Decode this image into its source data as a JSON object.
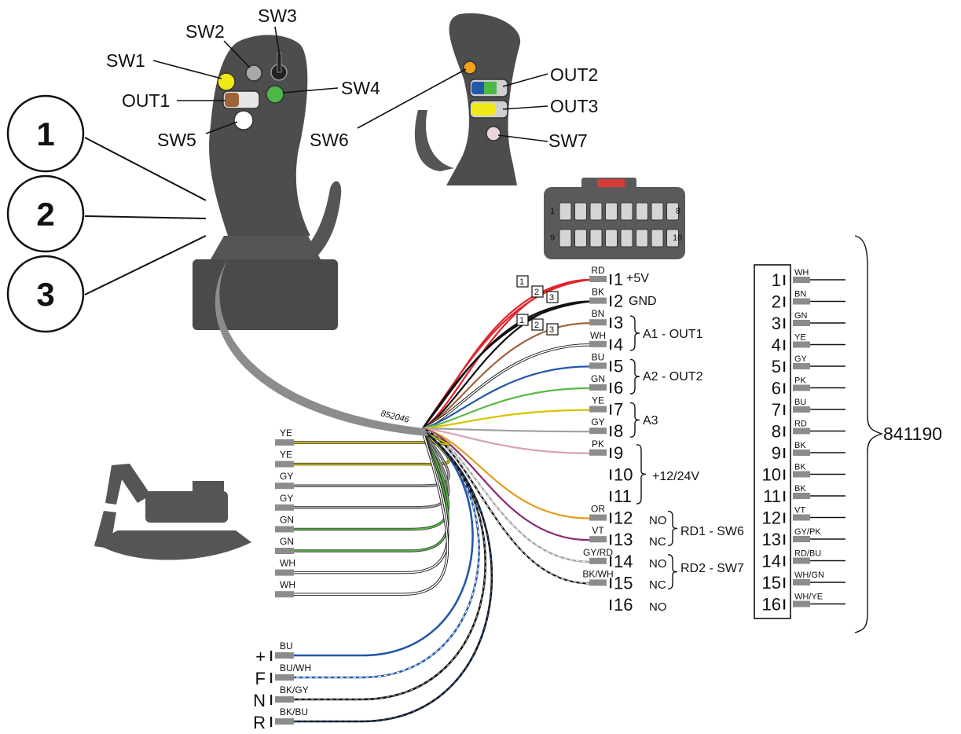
{
  "callouts": [
    "1",
    "2",
    "3"
  ],
  "joystick": {
    "switches": [
      "SW1",
      "SW2",
      "SW3",
      "SW4",
      "SW5",
      "SW6",
      "SW7"
    ],
    "outputs": [
      "OUT1",
      "OUT2",
      "OUT3"
    ]
  },
  "cable_part_number": "852046",
  "connector_part_number": "841190",
  "connector_mini_labels": [
    "1",
    "8",
    "9",
    "16"
  ],
  "pins": [
    {
      "pin": "1",
      "wire": "RD",
      "color": "#e0262b"
    },
    {
      "pin": "2",
      "wire": "BK",
      "color": "#111111"
    },
    {
      "pin": "3",
      "wire": "BN",
      "color": "#a0643a"
    },
    {
      "pin": "4",
      "wire": "WH",
      "color": "#ffffff"
    },
    {
      "pin": "5",
      "wire": "BU",
      "color": "#2458a8"
    },
    {
      "pin": "6",
      "wire": "GN",
      "color": "#5ab946"
    },
    {
      "pin": "7",
      "wire": "YE",
      "color": "#d8c400"
    },
    {
      "pin": "8",
      "wire": "GY",
      "color": "#a0a0a0"
    },
    {
      "pin": "9",
      "wire": "PK",
      "color": "#d9a3b3"
    },
    {
      "pin": "10",
      "wire": "",
      "color": ""
    },
    {
      "pin": "11",
      "wire": "",
      "color": ""
    },
    {
      "pin": "12",
      "wire": "OR",
      "color": "#e39a1e"
    },
    {
      "pin": "13",
      "wire": "VT",
      "color": "#8a2a6f"
    },
    {
      "pin": "14",
      "wire": "GY/RD",
      "color": "#a0a0a0"
    },
    {
      "pin": "15",
      "wire": "BK/WH",
      "color": "#111111"
    },
    {
      "pin": "16",
      "wire": "",
      "color": ""
    }
  ],
  "pin_functions": {
    "p1": "+5V",
    "p2": "GND",
    "g34": "A1 - OUT1",
    "g56": "A2 - OUT2",
    "g78": "A3",
    "g911": "+12/24V",
    "p12": "NO",
    "p13": "NC",
    "p14": "NO",
    "p15": "NC",
    "p16": "NO",
    "rd1": "RD1 - SW6",
    "rd2": "RD2 - SW7"
  },
  "split_markers": [
    "1",
    "2",
    "3"
  ],
  "left_wires": [
    {
      "wire": "YE",
      "color": "#d8c400"
    },
    {
      "wire": "YE",
      "color": "#d8c400"
    },
    {
      "wire": "GY",
      "color": "#a0a0a0"
    },
    {
      "wire": "GY",
      "color": "#a0a0a0"
    },
    {
      "wire": "GN",
      "color": "#5ab946"
    },
    {
      "wire": "GN",
      "color": "#5ab946"
    },
    {
      "wire": "WH",
      "color": "#ffffff"
    },
    {
      "wire": "WH",
      "color": "#ffffff"
    }
  ],
  "direction_wires": [
    {
      "label": "+",
      "wire": "BU",
      "color": "#2458a8",
      "stripe": ""
    },
    {
      "label": "F",
      "wire": "BU/WH",
      "color": "#2458a8",
      "stripe": "#ffffff"
    },
    {
      "label": "N",
      "wire": "BK/GY",
      "color": "#111111",
      "stripe": "#a0a0a0"
    },
    {
      "label": "R",
      "wire": "BK/BU",
      "color": "#111111",
      "stripe": "#2458a8"
    }
  ],
  "connector_table": [
    {
      "pin": "1",
      "wire": "WH"
    },
    {
      "pin": "2",
      "wire": "BN"
    },
    {
      "pin": "3",
      "wire": "GN"
    },
    {
      "pin": "4",
      "wire": "YE"
    },
    {
      "pin": "5",
      "wire": "GY"
    },
    {
      "pin": "6",
      "wire": "PK"
    },
    {
      "pin": "7",
      "wire": "BU"
    },
    {
      "pin": "8",
      "wire": "RD"
    },
    {
      "pin": "9",
      "wire": "BK"
    },
    {
      "pin": "10",
      "wire": "BK"
    },
    {
      "pin": "11",
      "wire": "BK"
    },
    {
      "pin": "12",
      "wire": "VT"
    },
    {
      "pin": "13",
      "wire": "GY/PK"
    },
    {
      "pin": "14",
      "wire": "RD/BU"
    },
    {
      "pin": "15",
      "wire": "WH/GN"
    },
    {
      "pin": "16",
      "wire": "WH/YE"
    }
  ],
  "icons": [
    "joystick-front-icon",
    "joystick-side-icon",
    "connector-icon",
    "excavator-icon"
  ]
}
